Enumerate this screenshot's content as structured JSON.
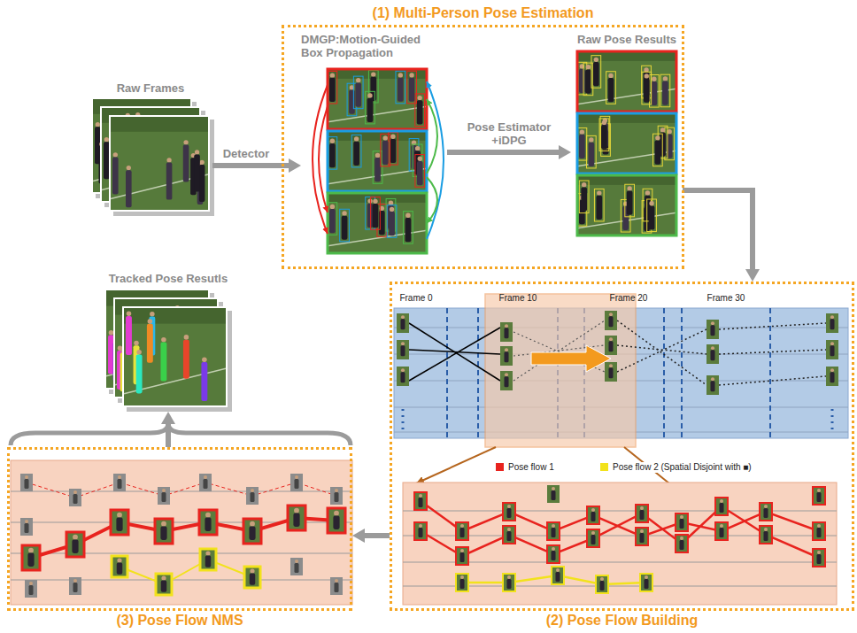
{
  "diagram": {
    "nodes": [
      {
        "text": [
          "(1) Multi-Person Pose Estimation"
        ]
      },
      {
        "text": [
          "Raw Frames"
        ]
      },
      {
        "text": [
          "DMGP:Motion-Guided Box Propagation"
        ],
        "in": 0
      },
      {
        "text": [
          "Raw Pose Results"
        ],
        "in": 0
      },
      {
        "text": [
          "Tracked Pose Resutls"
        ]
      },
      {
        "text": [
          "(2) Pose Flow Building"
        ]
      },
      {
        "text": [
          "(3) Pose Flow NMS"
        ]
      }
    ],
    "edges": [
      {
        "from": 1,
        "to": 2,
        "arrow": "to",
        "label": "Detector"
      },
      {
        "from": 2,
        "to": 3,
        "arrow": "to",
        "label": "Pose Estimator +iDPG"
      },
      {
        "from": 3,
        "to": 5,
        "arrow": "to"
      },
      {
        "from": 5,
        "to": 6,
        "arrow": "to"
      },
      {
        "from": 6,
        "to": 4,
        "arrow": "to"
      }
    ],
    "labels": [
      "Frame 0",
      "Frame 10",
      "Frame 20",
      "Frame 30"
    ],
    "legend": [
      {
        "text": "Pose flow 1",
        "color": "#e8231e"
      },
      {
        "text": "Pose flow 2 (Spatial Disjoint with ■)",
        "color": "#f2e21c"
      }
    ]
  }
}
